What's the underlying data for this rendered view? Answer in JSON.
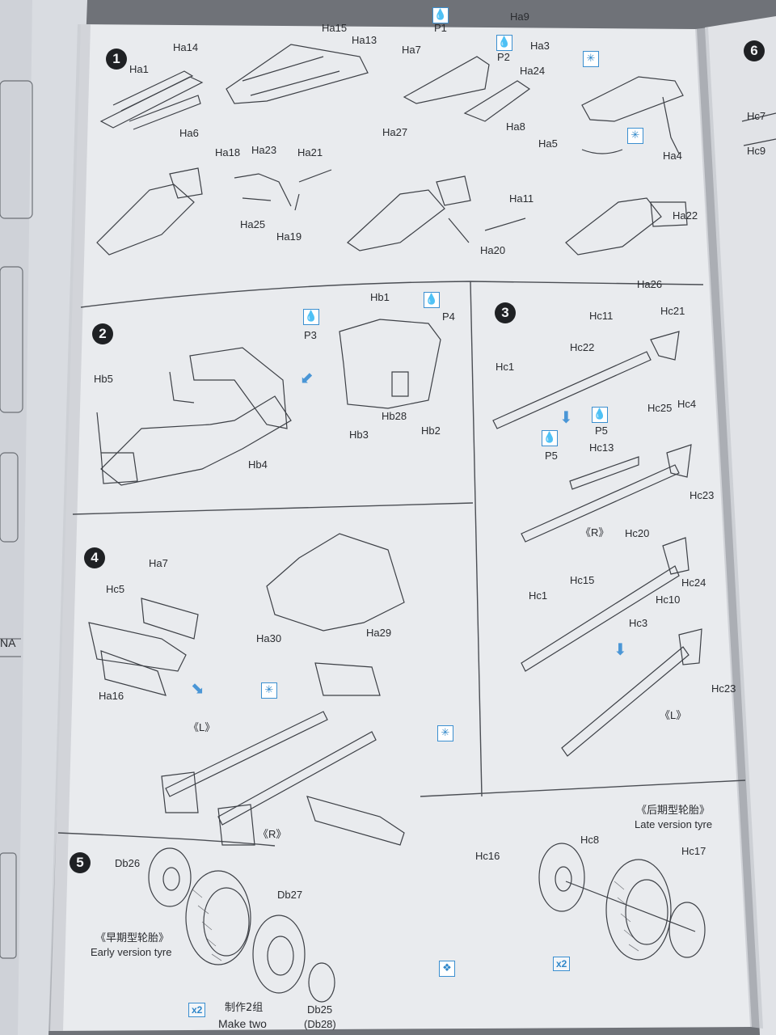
{
  "steps": {
    "s1": "1",
    "s2": "2",
    "s3": "3",
    "s4": "4",
    "s5": "5",
    "s6": "6"
  },
  "left_page": {
    "label": "NA"
  },
  "step1": {
    "parts": [
      "Ha1",
      "Ha14",
      "Ha6",
      "Ha15",
      "Ha13",
      "P1",
      "Ha9",
      "Ha7",
      "P2",
      "Ha24",
      "Ha8",
      "Ha27",
      "Ha3",
      "Ha5",
      "Ha4",
      "Ha18",
      "Ha23",
      "Ha21",
      "Ha25",
      "Ha19",
      "Ha11",
      "Ha20",
      "Ha22",
      "Ha26"
    ]
  },
  "step2": {
    "parts": [
      "Hb1",
      "P3",
      "P4",
      "Hb5",
      "Hb3",
      "Hb28",
      "Hb2",
      "Hb4"
    ]
  },
  "step3": {
    "parts": [
      "Hc11",
      "Hc21",
      "Hc22",
      "Hc1",
      "P5",
      "Hc25",
      "Hc4",
      "P5",
      "Hc13",
      "Hc23",
      "Hc20",
      "Hc15",
      "Hc10",
      "Hc24",
      "Hc1",
      "Hc3",
      "Hc23"
    ],
    "right_mark": "《R》",
    "left_mark": "《L》"
  },
  "step4": {
    "parts": [
      "Ha7",
      "Hc5",
      "Ha16",
      "Ha30",
      "Ha29"
    ],
    "left_mark": "《L》",
    "right_mark": "《R》"
  },
  "step5": {
    "parts": [
      "Db26",
      "Db27",
      "Db25",
      "Hc16",
      "Hc8",
      "Hc17"
    ],
    "early_cn": "《早期型轮胎》",
    "early_en": "Early version tyre",
    "late_cn": "《后期型轮胎》",
    "late_en": "Late version tyre",
    "x2_a": "x2",
    "x2_b": "x2",
    "make_two_cn": "制作2组",
    "make_two_en": "Make two",
    "db25_alt": "(Db28)"
  },
  "step6": {
    "parts": [
      "Hc7",
      "Hc9"
    ]
  },
  "icons": {
    "glue": "glue-icon",
    "cement": "cement-icon",
    "option": "option-icon",
    "arrow": "direction-arrow-icon"
  }
}
